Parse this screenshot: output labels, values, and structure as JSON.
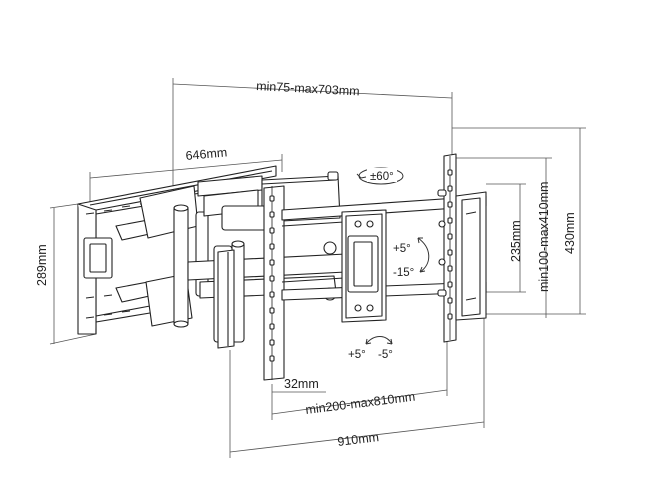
{
  "dimensions": {
    "arm_extension": "min75-max703mm",
    "wall_plate_width": "646mm",
    "wall_plate_height": "289mm",
    "bracket_depth": "32mm",
    "vesa_horizontal": "min200-max810mm",
    "overall_width": "910mm",
    "inner_height": "235mm",
    "vesa_vertical": "min100-max410mm",
    "overall_height": "430mm"
  },
  "angles": {
    "swivel": "±60°",
    "tilt_up": "+5°",
    "tilt_down": "-15°",
    "level_plus": "+5°",
    "level_minus": "-5°"
  },
  "colors": {
    "line": "#222222",
    "leader": "#555555",
    "background": "#ffffff"
  }
}
